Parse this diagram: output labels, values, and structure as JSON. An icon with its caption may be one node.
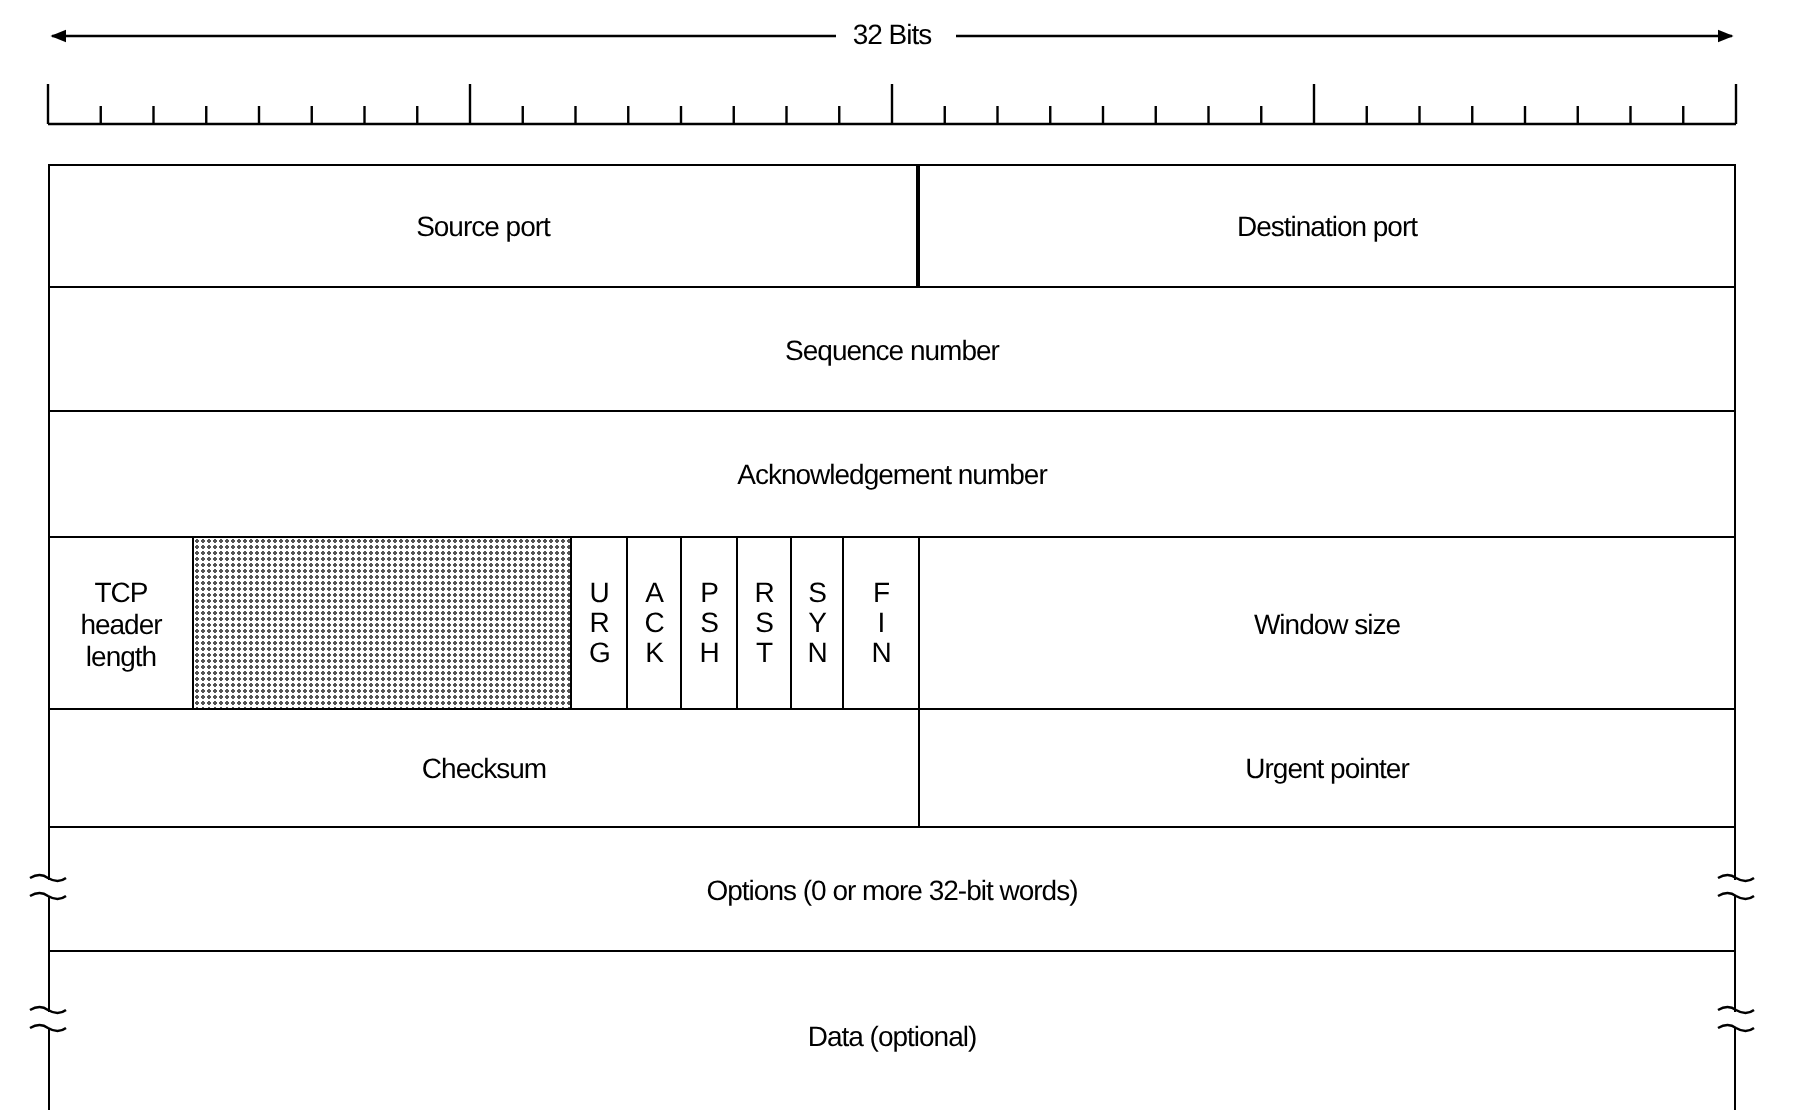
{
  "diagram": {
    "nodes": [
      {
        "text": [
          "Source port"
        ]
      },
      {
        "text": [
          "Destination port"
        ]
      },
      {
        "text": [
          "Sequence number"
        ]
      },
      {
        "text": [
          "Acknowledgement number"
        ]
      },
      {
        "text": [
          "TCP header length"
        ]
      },
      {
        "text": [],
        "shape": "box"
      },
      {
        "text": [
          "U R G"
        ]
      },
      {
        "text": [
          "A C K"
        ]
      },
      {
        "text": [
          "P S H"
        ]
      },
      {
        "text": [
          "R S T"
        ]
      },
      {
        "text": [
          "S Y N"
        ]
      },
      {
        "text": [
          "F I N"
        ]
      },
      {
        "text": [
          "Window size"
        ]
      },
      {
        "text": [
          "Checksum"
        ]
      },
      {
        "text": [
          "Urgent pointer"
        ]
      },
      {
        "text": [
          "Options (0 or more 32-bit words)"
        ]
      },
      {
        "text": [
          "Data (optional)"
        ]
      }
    ],
    "labels": [
      "32 Bits"
    ]
  }
}
